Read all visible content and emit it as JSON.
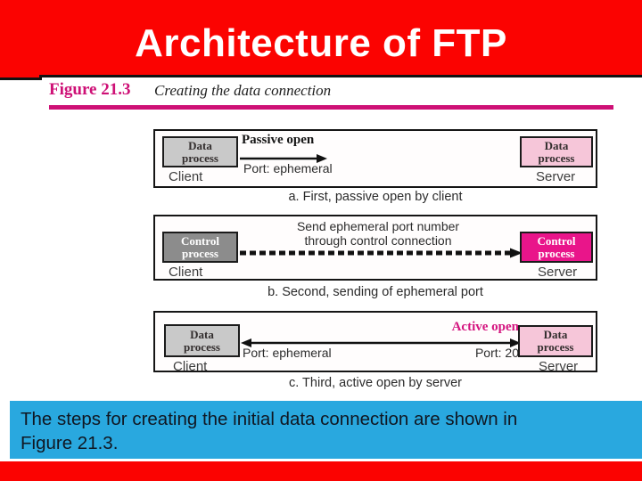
{
  "header": {
    "title": "Architecture of FTP"
  },
  "figure": {
    "label": "Figure 21.3",
    "title": "Creating the data connection"
  },
  "panels": {
    "a": {
      "left_box_line1": "Data",
      "left_box_line2": "process",
      "right_box_line1": "Data",
      "right_box_line2": "process",
      "left_label": "Client",
      "right_label": "Server",
      "arrow_title": "Passive open",
      "arrow_port": "Port: ephemeral",
      "caption": "a. First, passive open by client"
    },
    "b": {
      "left_box_line1": "Control",
      "left_box_line2": "process",
      "right_box_line1": "Control",
      "right_box_line2": "process",
      "left_label": "Client",
      "right_label": "Server",
      "message_line1": "Send ephemeral port number",
      "message_line2": "through control connection",
      "caption": "b. Second, sending of ephemeral port"
    },
    "c": {
      "left_box_line1": "Data",
      "left_box_line2": "process",
      "right_box_line1": "Data",
      "right_box_line2": "process",
      "left_label": "Client",
      "right_label": "Server",
      "arrow_title": "Active open",
      "left_port": "Port: ephemeral",
      "right_port": "Port: 20",
      "caption": "c. Third, active open by server"
    }
  },
  "footer": {
    "note_line1": "The steps for creating the initial data connection are shown in",
    "note_line2": "Figure 21.3."
  },
  "colors": {
    "banner_red": "#fb0301",
    "note_blue": "#29a8df",
    "figure_magenta": "#ce1076",
    "active_open_magenta": "#d4147f",
    "box_pink": "#f6c6d9",
    "box_magenta": "#e9158a",
    "box_gray": "#c9c9c9",
    "box_darkgray": "#8c8c8c"
  }
}
